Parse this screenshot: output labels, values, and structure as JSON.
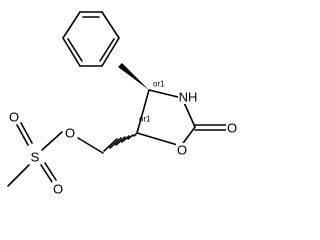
{
  "molecule": {
    "atoms": {
      "nh": "NH",
      "o_carbonyl": "O",
      "o_ring": "O",
      "o_ester": "O",
      "s": "S",
      "o_s_top": "O",
      "o_s_bottom": "O"
    },
    "stereo_labels": {
      "c4": "or1",
      "c5": "or1"
    }
  },
  "colors": {
    "line": "#000000",
    "background": "#ffffff"
  }
}
